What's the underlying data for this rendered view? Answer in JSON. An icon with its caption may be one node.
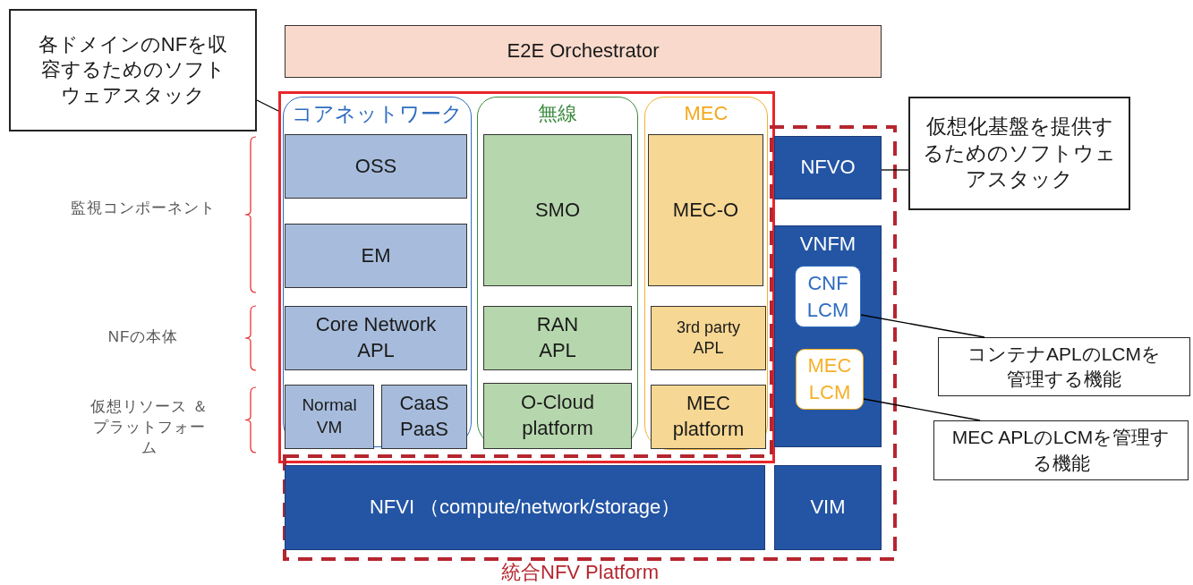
{
  "diagram": {
    "nodes": [
      {
        "text": [
          "E2E Orchestrator"
        ]
      },
      {
        "text": [
          "各ドメインのNFを収容するためのソフトウェアスタック"
        ]
      },
      {
        "text": [],
        "shape": "box"
      },
      {
        "text": [
          "コアネットワーク"
        ],
        "in": 2
      },
      {
        "text": [
          "OSS"
        ],
        "in": 3
      },
      {
        "text": [
          "EM"
        ],
        "in": 3
      },
      {
        "text": [
          "Core Network APL"
        ],
        "in": 3
      },
      {
        "text": [
          "Normal VM"
        ],
        "in": 3
      },
      {
        "text": [
          "CaaS PaaS"
        ],
        "in": 3
      },
      {
        "text": [
          "無線"
        ],
        "in": 2
      },
      {
        "text": [
          "SMO"
        ],
        "in": 9
      },
      {
        "text": [
          "RAN APL"
        ],
        "in": 9
      },
      {
        "text": [
          "O-Cloud platform"
        ],
        "in": 9
      },
      {
        "text": [
          "MEC"
        ],
        "in": 2
      },
      {
        "text": [
          "MEC-O"
        ],
        "in": 13
      },
      {
        "text": [
          "3rd party APL"
        ],
        "in": 13
      },
      {
        "text": [
          "MEC platform"
        ],
        "in": 13
      },
      {
        "text": [
          "統合NFV Platform"
        ]
      },
      {
        "text": [
          "NFVO"
        ],
        "in": 17
      },
      {
        "text": [
          "VNFM"
        ],
        "in": 17
      },
      {
        "text": [
          "CNF LCM"
        ],
        "in": 19
      },
      {
        "text": [
          "MEC LCM"
        ],
        "in": 19
      },
      {
        "text": [
          "NFVI （compute/network/storage）"
        ],
        "in": 17
      },
      {
        "text": [
          "VIM"
        ],
        "in": 17
      },
      {
        "text": [
          "仮想化基盤を提供するためのソフトウェアスタック"
        ]
      },
      {
        "text": [
          "コンテナAPLのLCMを管理する機能"
        ]
      },
      {
        "text": [
          "MEC APLのLCMを管理する機能"
        ]
      }
    ],
    "edges": [
      {
        "from": 1,
        "to": 2,
        "arrow": "none"
      },
      {
        "from": 24,
        "to": 18,
        "arrow": "none"
      },
      {
        "from": 25,
        "to": 20,
        "arrow": "none"
      },
      {
        "from": 26,
        "to": 21,
        "arrow": "none"
      }
    ],
    "labels": [
      "監視コンポーネント",
      "NFの本体",
      "仮想リソース ＆プラットフォーム"
    ]
  }
}
